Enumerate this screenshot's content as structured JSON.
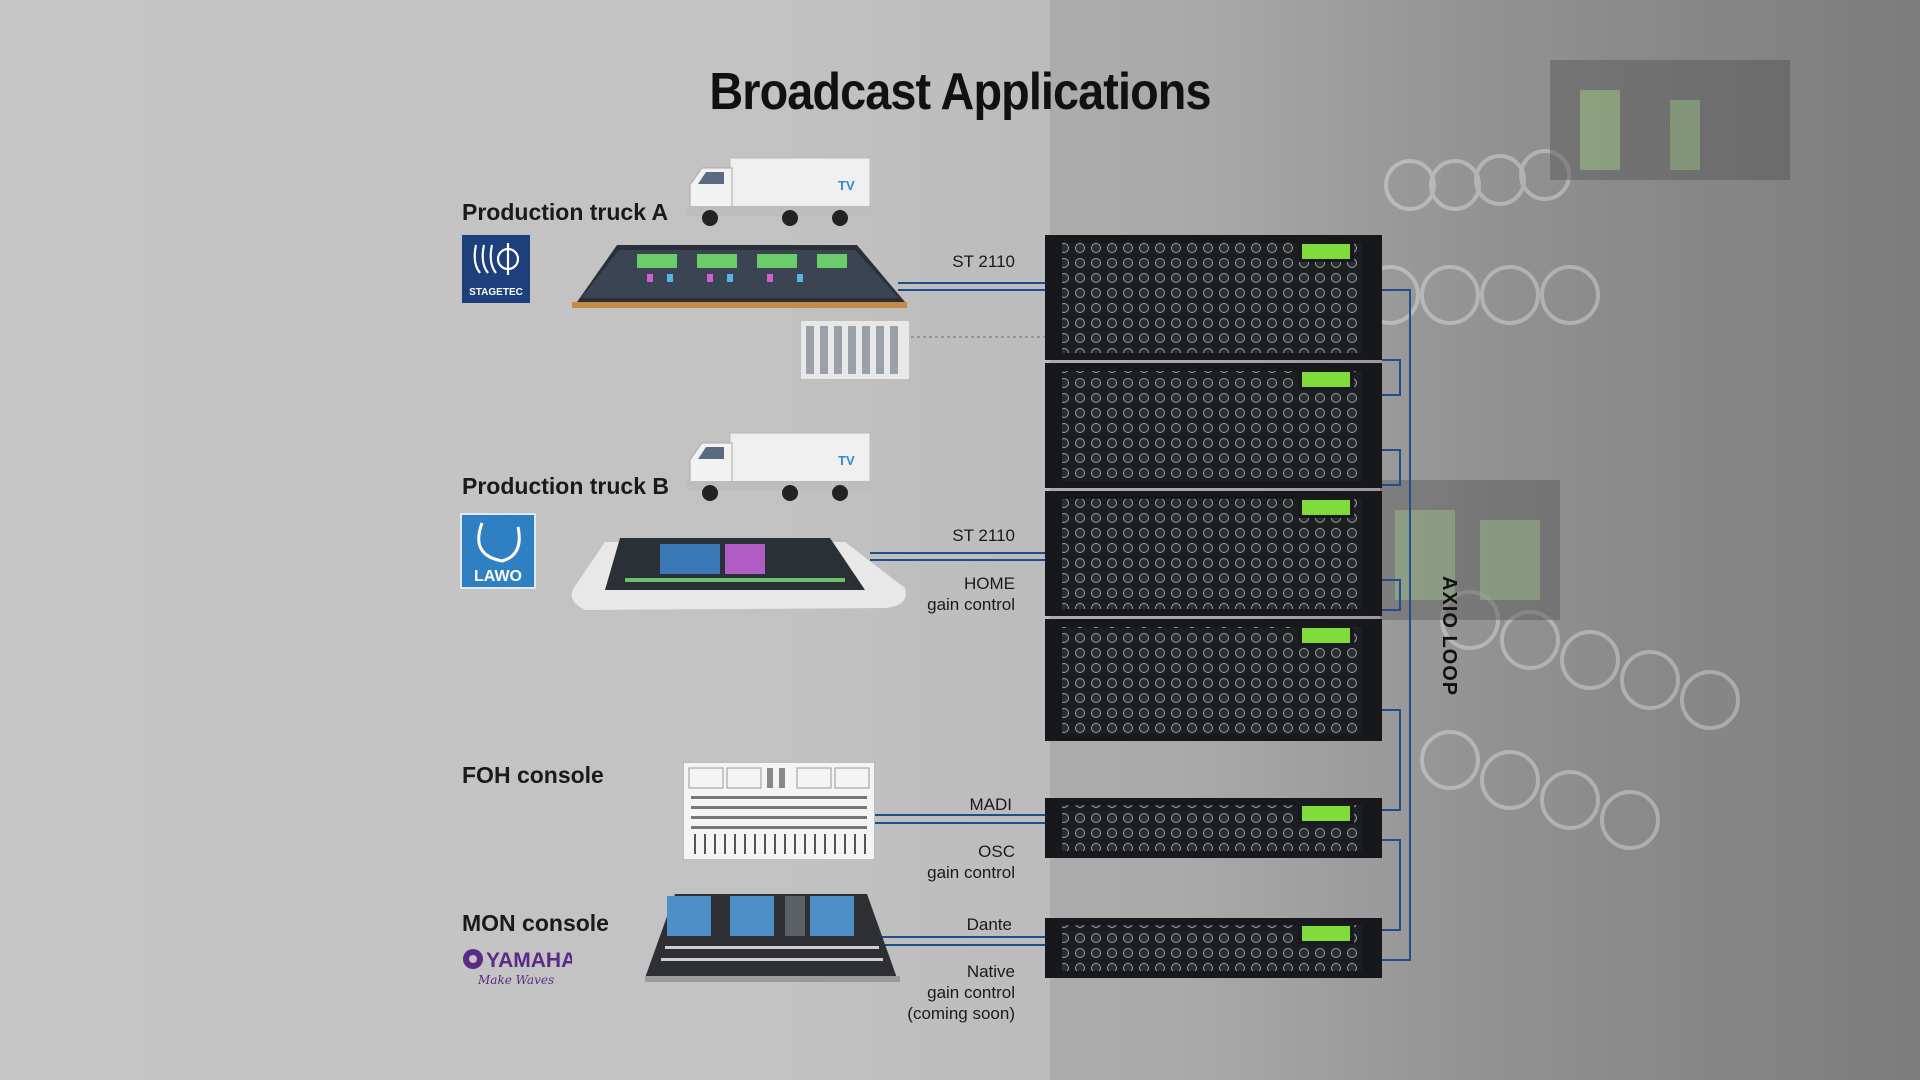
{
  "title": "Broadcast Applications",
  "sections": {
    "truck_a": "Production truck A",
    "truck_b": "Production truck B",
    "foh": "FOH console",
    "mon": "MON console"
  },
  "logos": {
    "stagetec": "STAGETEC",
    "lawo": "LAWO",
    "yamaha": "YAMAHA",
    "yamaha_tagline": "Make Waves",
    "truck_badge": "TV"
  },
  "connections": {
    "a_link": "ST 2110",
    "b_link": "ST 2110",
    "b_ctrl_1": "HOME",
    "b_ctrl_2": "gain control",
    "foh_link": "MADI",
    "foh_ctrl_1": "OSC",
    "foh_ctrl_2": "gain control",
    "mon_link": "Dante",
    "mon_ctrl_1": "Native",
    "mon_ctrl_2": "gain control",
    "mon_ctrl_3": "(coming soon)"
  },
  "loop_label": "AXIO LOOP",
  "colors": {
    "link_line": "#1f4f8a",
    "title": "#111111",
    "stagetec_blue": "#1d3f7c",
    "lawo_blue": "#2f7fc3",
    "yamaha_purple": "#5b2a86"
  }
}
